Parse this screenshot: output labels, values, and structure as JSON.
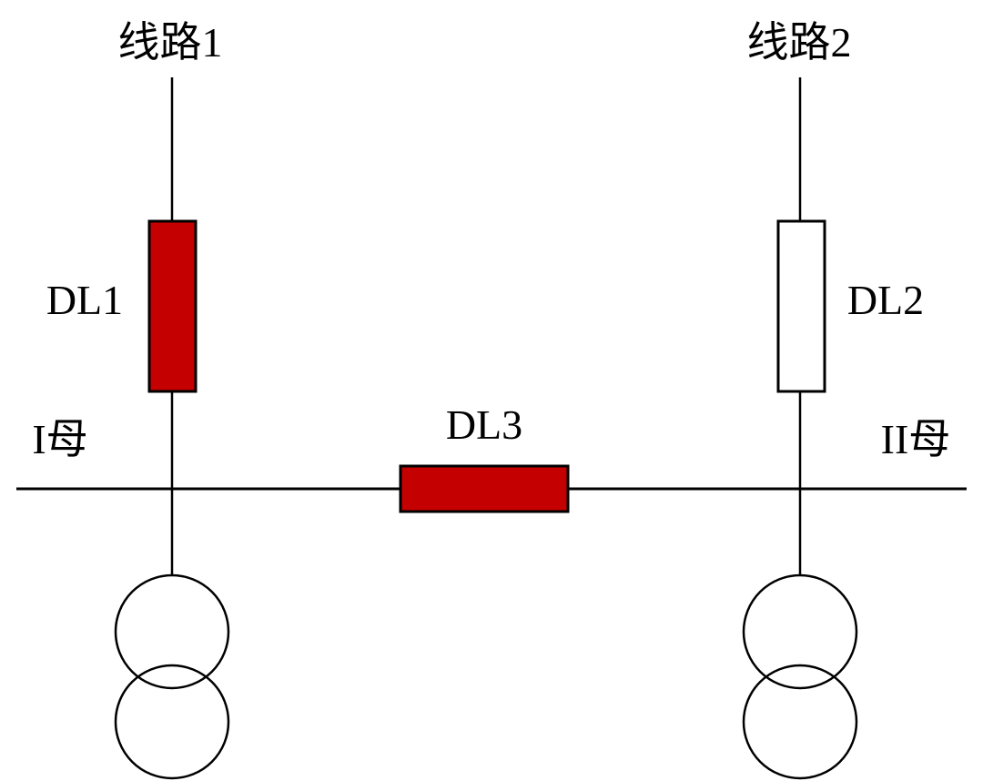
{
  "diagram": {
    "type": "single-line-power-system-diagram",
    "labels": {
      "line1": "线路1",
      "line2": "线路2",
      "breaker1": "DL1",
      "breaker2": "DL2",
      "breaker3": "DL3",
      "bus1": "I母",
      "bus2": "II母"
    },
    "colors": {
      "breaker_closed_fill": "#c40000",
      "breaker_open_fill": "#ffffff",
      "line_color": "#000000",
      "background": "#ffffff"
    },
    "breakers": [
      {
        "id": "DL1",
        "state": "closed",
        "orientation": "vertical",
        "connects": "线路1 to I母"
      },
      {
        "id": "DL2",
        "state": "open",
        "orientation": "vertical",
        "connects": "线路2 to II母"
      },
      {
        "id": "DL3",
        "state": "closed",
        "orientation": "horizontal",
        "role": "bus-tie between I母 and II母"
      }
    ],
    "buses": [
      {
        "id": "I母",
        "side": "left"
      },
      {
        "id": "II母",
        "side": "right"
      }
    ],
    "transformer_count": 2
  }
}
